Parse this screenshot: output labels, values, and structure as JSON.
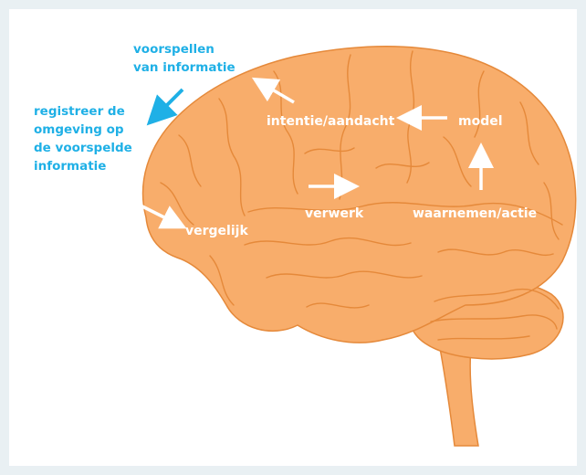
{
  "labels": {
    "predict": [
      "voorspellen",
      "van informatie"
    ],
    "register": [
      "registreer de",
      "omgeving op",
      "de voorspelde",
      "informatie"
    ],
    "intention": "intentie/aandacht",
    "model": "model",
    "process": "verwerk",
    "perceive": "waarnemen/actie",
    "compare": "vergelijk"
  },
  "colors": {
    "background": "#e9f0f3",
    "panel": "#ffffff",
    "brain_fill": "#f8ad6b",
    "brain_line": "#e5893a",
    "accent_blue": "#1fb0e6",
    "label_white": "#ffffff"
  },
  "icons": [
    "brain-illustration",
    "arrow-icon"
  ]
}
